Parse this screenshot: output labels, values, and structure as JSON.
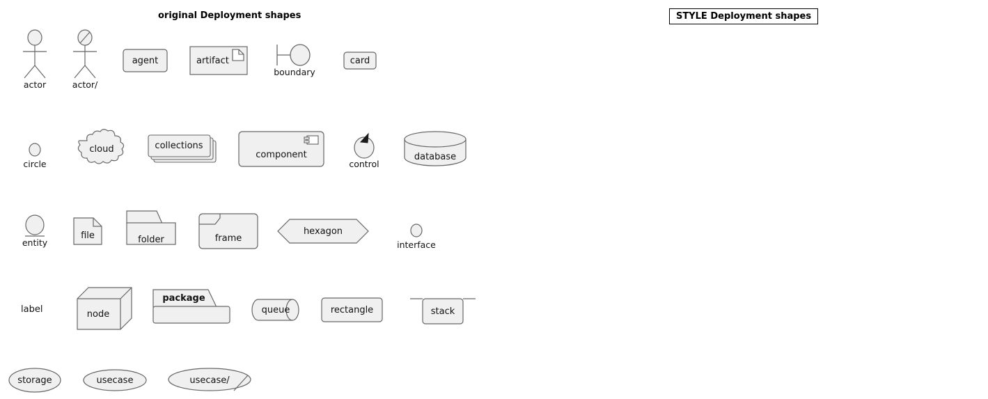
{
  "panels": [
    {
      "id": "original",
      "title": "original Deployment shapes",
      "boxed_title": false,
      "accent": "#000000",
      "fill": "#f0f0f0",
      "stroke": "#666666",
      "stroke_width": 1
    },
    {
      "id": "style",
      "title": "STYLE Deployment shapes",
      "boxed_title": true,
      "accent": "#c2185b",
      "fill": "#f0f0f0",
      "stroke": "#1a1a1a",
      "stroke_width": 2
    }
  ],
  "colors": {
    "crimson": "#c2185b",
    "black": "#1a1a1a",
    "grey_stroke": "#666666",
    "shape_fill": "#f0f0f0",
    "page_background": "#ffffff",
    "text": "#111111"
  },
  "rows": [
    {
      "row": 1,
      "shapes": [
        {
          "name": "actor",
          "label": "actor",
          "label_position": "below",
          "icon": "stick-figure"
        },
        {
          "name": "actor-alt",
          "label": "actor/",
          "label_position": "below",
          "icon": "stick-figure-slashed"
        },
        {
          "name": "agent",
          "label": "agent",
          "label_position": "inside",
          "icon": "rounded-rectangle"
        },
        {
          "name": "artifact",
          "label": "artifact",
          "label_position": "inside",
          "icon": "rectangle-with-page-corner"
        },
        {
          "name": "boundary",
          "label": "boundary",
          "label_position": "below",
          "icon": "boundary-bar-circle"
        },
        {
          "name": "card",
          "label": "card",
          "label_position": "inside",
          "icon": "rounded-rectangle-small"
        }
      ]
    },
    {
      "row": 2,
      "shapes": [
        {
          "name": "circle",
          "label": "circle",
          "label_position": "below",
          "icon": "small-circle"
        },
        {
          "name": "cloud",
          "label": "cloud",
          "label_position": "inside",
          "icon": "cloud"
        },
        {
          "name": "collections",
          "label": "collections",
          "label_position": "inside",
          "icon": "stacked-rectangles"
        },
        {
          "name": "component",
          "label": "component",
          "label_position": "inside",
          "icon": "uml-component"
        },
        {
          "name": "control",
          "label": "control",
          "label_position": "below",
          "icon": "circle-with-arrow"
        },
        {
          "name": "database",
          "label": "database",
          "label_position": "inside",
          "icon": "cylinder"
        }
      ]
    },
    {
      "row": 3,
      "shapes": [
        {
          "name": "entity",
          "label": "entity",
          "label_position": "below",
          "icon": "circle-underlined"
        },
        {
          "name": "file",
          "label": "file",
          "label_position": "inside",
          "icon": "document-folded-corner"
        },
        {
          "name": "folder",
          "label": "folder",
          "label_position": "inside",
          "icon": "folder-tab"
        },
        {
          "name": "frame",
          "label": "frame",
          "label_position": "inside",
          "icon": "frame-notched-tab"
        },
        {
          "name": "hexagon",
          "label": "hexagon",
          "label_position": "inside",
          "icon": "hexagon"
        },
        {
          "name": "interface",
          "label": "interface",
          "label_position": "below",
          "icon": "small-circle"
        }
      ]
    },
    {
      "row": 4,
      "shapes": [
        {
          "name": "label",
          "label": "label",
          "label_position": "plain",
          "icon": "text-only"
        },
        {
          "name": "node",
          "label": "node",
          "label_position": "inside",
          "icon": "cube-3d"
        },
        {
          "name": "package",
          "label": "package",
          "label_position": "inside-bold",
          "icon": "package-tab"
        },
        {
          "name": "queue",
          "label": "queue",
          "label_position": "inside",
          "icon": "horizontal-cylinder"
        },
        {
          "name": "rectangle",
          "label": "rectangle",
          "label_position": "inside",
          "icon": "rounded-rectangle"
        },
        {
          "name": "stack",
          "label": "stack",
          "label_position": "inside",
          "icon": "stack-bracket"
        }
      ]
    },
    {
      "row": 5,
      "shapes": [
        {
          "name": "storage",
          "label": "storage",
          "label_position": "inside",
          "icon": "ellipse"
        },
        {
          "name": "usecase",
          "label": "usecase",
          "label_position": "inside",
          "icon": "ellipse"
        },
        {
          "name": "usecase-alt",
          "label": "usecase/",
          "label_position": "inside",
          "icon": "ellipse-slashed"
        }
      ]
    }
  ],
  "style_accented": [
    "agent",
    "circle",
    "collections",
    "component",
    "control",
    "entity",
    "interface",
    "queue",
    "stack",
    "usecase",
    "usecase-alt"
  ]
}
